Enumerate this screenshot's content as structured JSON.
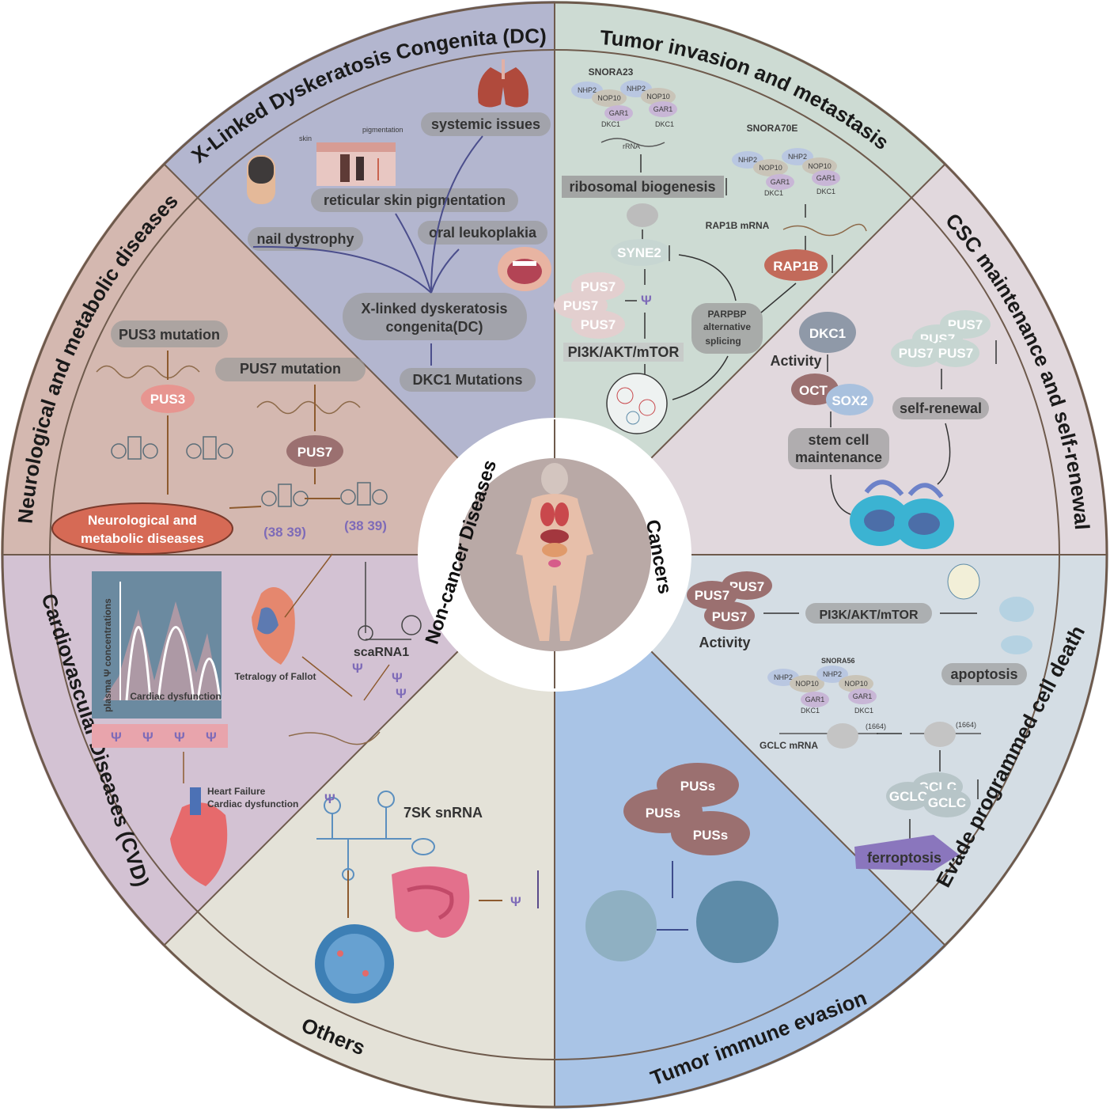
{
  "center": {
    "left_label": "Non-cancer Diseases",
    "right_label": "Cancers"
  },
  "sections": {
    "dc": {
      "title": "X-Linked Dyskeratosis Congenita (DC)",
      "systemic": "systemic issues",
      "skin": "skin",
      "pigmentation": "pigmentation",
      "reticular": "reticular skin pigmentation",
      "nail": "nail dystrophy",
      "oral": "oral leukoplakia",
      "dc_line1": "X-linked dyskeratosis",
      "dc_line2": "congenita(DC)",
      "dkc1_mut": "DKC1 Mutations"
    },
    "neuro": {
      "title": "Neurological and metabolic diseases",
      "pus3_mut": "PUS3 mutation",
      "pus3": "PUS3",
      "pus7_mut": "PUS7  mutation",
      "pus7": "PUS7",
      "pos1": "(38 39)",
      "pos2": "(38 39)",
      "disease_line1": "Neurological and",
      "disease_line2": "metabolic diseases"
    },
    "cvd": {
      "title": "Cardiovascular Diseases (CVD)",
      "plot_ylabel": "plasma Ψ concentrations",
      "plot_xlabel": "Cardiac dysfunction",
      "tof": "Tetralogy of Fallot",
      "scarna": "scaRNA1",
      "hf_line1": "Heart Failure",
      "hf_line2": "Cardiac dysfunction"
    },
    "others": {
      "title": "Others",
      "snrna": "7SK snRNA"
    },
    "immune": {
      "title": "Tumor immune evasion",
      "pus_a": "PUSs",
      "pus_b": "PUSs",
      "pus_c": "PUSs"
    },
    "death": {
      "title": "Evade programmed cell death",
      "pus7_a": "PUS7",
      "pus7_b": "PUS7",
      "pus7_c": "PUS7",
      "activity": "Activity",
      "pathway": "PI3K/AKT/mTOR",
      "apoptosis": "apoptosis",
      "snora": "SNORA56",
      "nhp2_a": "NHP2",
      "nop10_a": "NOP10",
      "nhp2_b": "NHP2",
      "nop10_b": "NOP10",
      "gar1_a": "GAR1",
      "gar1_b": "GAR1",
      "dkc1_a": "DKC1",
      "dkc1_b": "DKC1",
      "site_a": "(1664)",
      "site_b": "(1664)",
      "gclc_mrna": "GCLC mRNA",
      "gclc_a": "GCLC",
      "gclc_b": "GCLC",
      "gclc_c": "GCLC",
      "ferroptosis": "ferroptosis"
    },
    "csc": {
      "title": "CSC maintenance and self-renewal",
      "dkc1": "DKC1",
      "activity": "Activity",
      "oct": "OCT",
      "sox2": "SOX2",
      "stem_line1": "stem cell",
      "stem_line2": "maintenance",
      "pus7_a": "PUS7",
      "pus7_b": "PUS7",
      "pus7_c": "PUS7",
      "pus7_d": "PUS7",
      "self_renewal": "self-renewal"
    },
    "tumor": {
      "title": "Tumor invasion and metastasis",
      "snora23": "SNORA23",
      "nhp2_a": "NHP2",
      "nop10_a": "NOP10",
      "nhp2_b": "NHP2",
      "nop10_b": "NOP10",
      "gar1_a": "GAR1",
      "gar1_b": "GAR1",
      "dkc1_a": "DKC1",
      "dkc1_b": "DKC1",
      "rrna": "rRNA",
      "ribosomal": "ribosomal biogenesis",
      "syne2": "SYNE2",
      "pus7_a": "PUS7",
      "pus7_b": "PUS7",
      "pus7_c": "PUS7",
      "pathway": "PI3K/AKT/mTOR",
      "snora70e": "SNORA70E",
      "nhp2_c": "NHP2",
      "nop10_c": "NOP10",
      "nhp2_d": "NHP2",
      "nop10_d": "NOP10",
      "gar1_c": "GAR1",
      "gar1_d": "GAR1",
      "dkc1_c": "DKC1",
      "dkc1_d": "DKC1",
      "rap1b_mrna": "RAP1B mRNA",
      "rap1b": "RAP1B",
      "parpbp_line1": "PARPBP",
      "parpbp_line2": "alternative",
      "parpbp_line3": "splicing"
    }
  },
  "colors": {
    "dc": "#b3b6cf",
    "neuro": "#d4b8b0",
    "cvd": "#d3c2d3",
    "others": "#e4e2d8",
    "immune": "#a9c4e6",
    "death": "#d4dde4",
    "csc": "#e1d8dd",
    "tumor": "#cddbd3",
    "ring_outline": "#6e5a4c",
    "pill": "#9b9b9b",
    "brown_blob": "#9b7070",
    "accent_red": "#d66a55"
  }
}
